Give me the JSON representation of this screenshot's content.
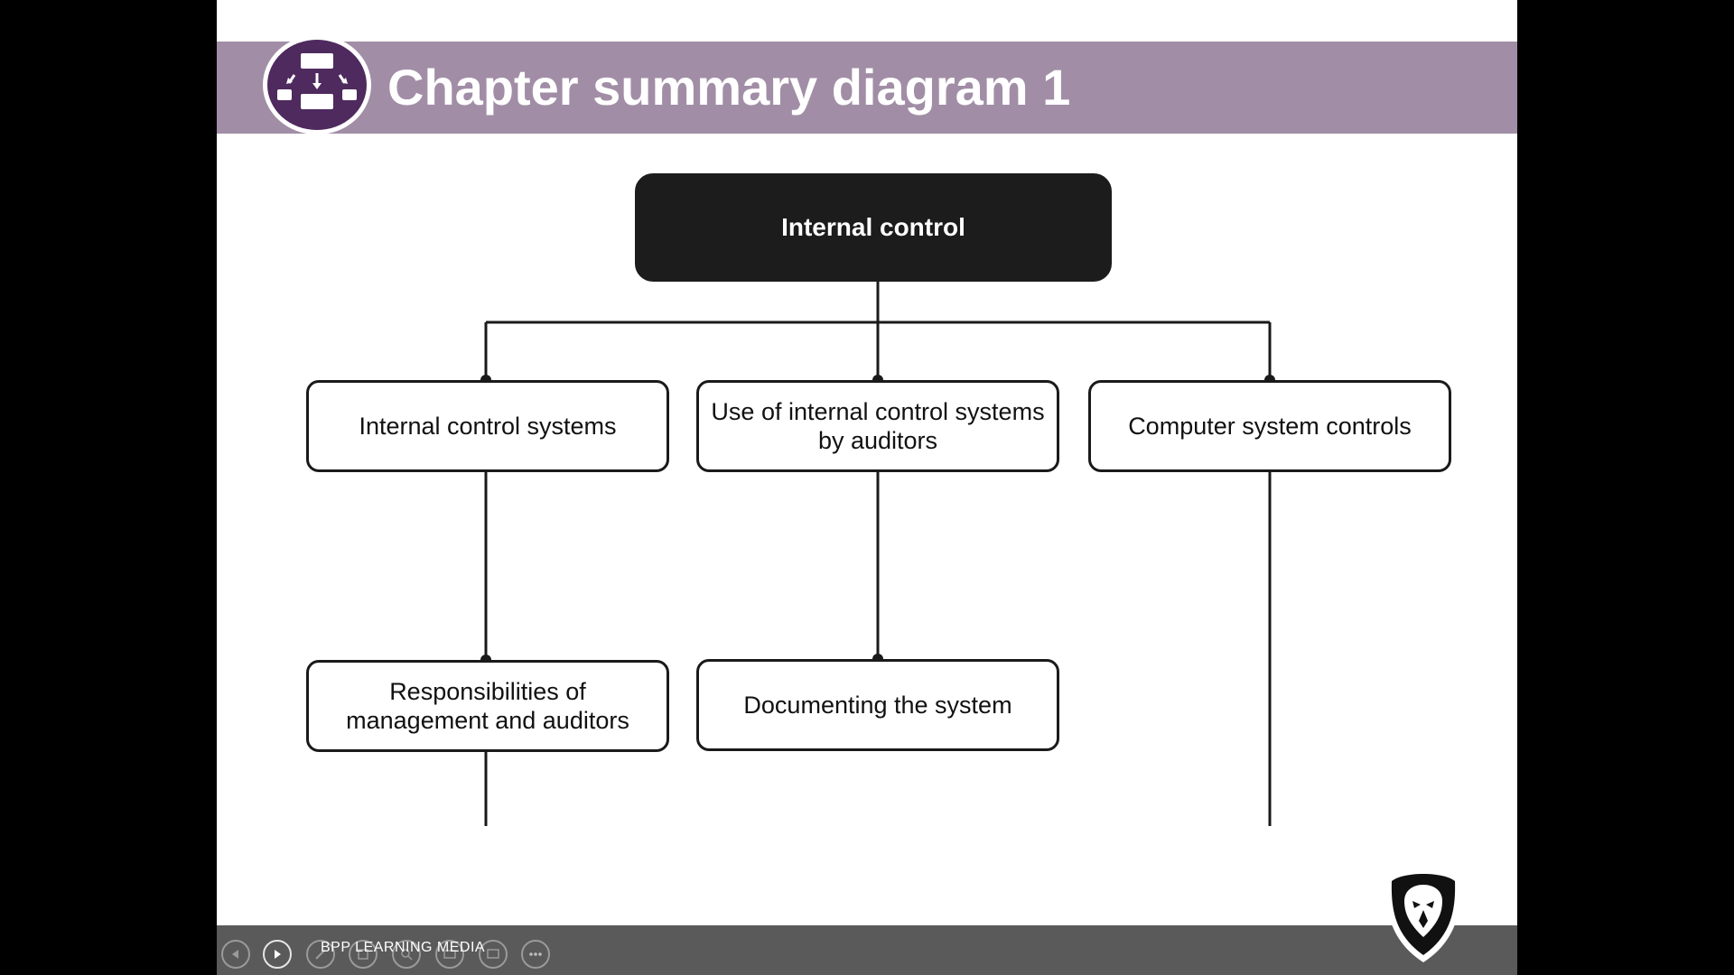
{
  "slide": {
    "title": "Chapter summary diagram 1",
    "icon": "hierarchy-diagram-icon"
  },
  "diagram": {
    "root": "Internal control",
    "level1": [
      "Internal control systems",
      "Use of internal control systems by auditors",
      "Computer system controls"
    ],
    "level2": [
      "Responsibilities of management and auditors",
      "Documenting the system"
    ]
  },
  "footer": {
    "brand": "BPP LEARNING MEDIA",
    "logo": "lion-shield-logo"
  },
  "controls": {
    "prev": "previous-slide-icon",
    "play": "play-icon",
    "pen": "pen-icon",
    "grid": "slides-grid-icon",
    "zoom": "zoom-icon",
    "subtitles": "subtitles-icon",
    "screen": "screen-icon",
    "more": "more-options-icon"
  },
  "colors": {
    "title_bar": "#a18ea6",
    "badge": "#4e2a5e",
    "root_box": "#1c1c1c",
    "control_bar": "#5a5a5a"
  }
}
